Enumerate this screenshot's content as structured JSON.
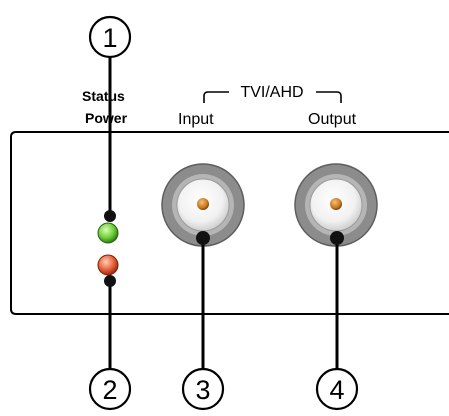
{
  "labels": {
    "status": "Status",
    "power": "Power",
    "group": "TVI/AHD",
    "input": "Input",
    "output": "Output"
  },
  "callouts": [
    "1",
    "2",
    "3",
    "4"
  ],
  "colors": {
    "status_led": "#6fcf3a",
    "power_led": "#e8613c",
    "bnc_outer": "#8c8c8c",
    "bnc_pin": "#c87a1e"
  }
}
